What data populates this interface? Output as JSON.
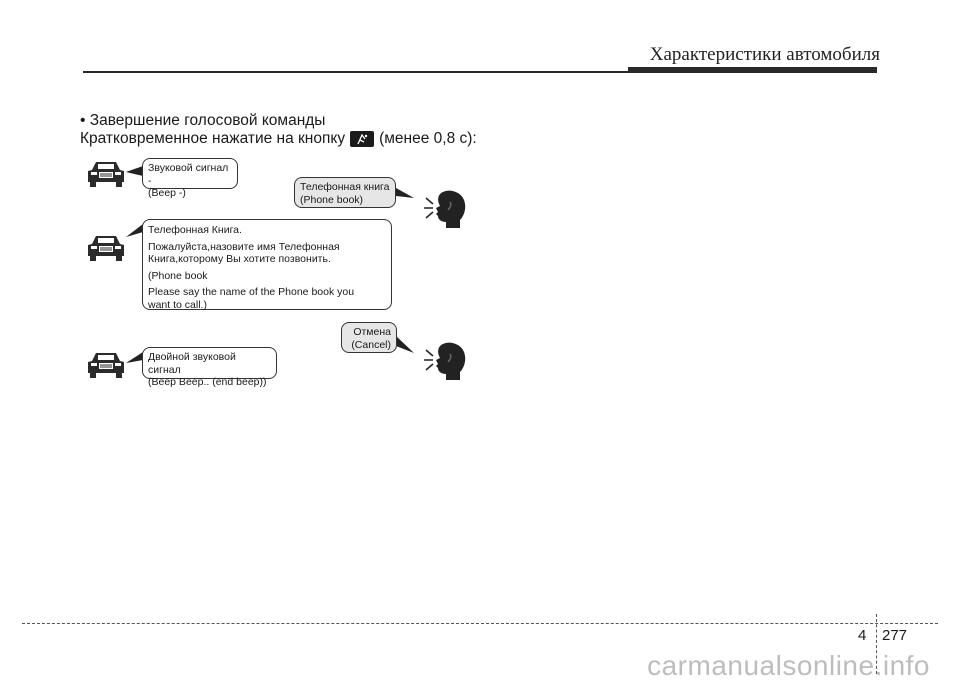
{
  "header": {
    "title": "Характеристики автомобиля"
  },
  "section": {
    "bullet": "• Завершение голосовой команды",
    "instruction_before": "Кратковременное нажатие на кнопку",
    "instruction_after": "(менее 0,8 с):",
    "button_icon": "talk-button-icon"
  },
  "dialog": {
    "car1": {
      "line1": "Звуковой сигнал -",
      "line2": "(Beep -)"
    },
    "user1": {
      "line1": "Телефонная книга",
      "line2": "(Phone book)"
    },
    "car2": {
      "p1": "Телефонная Книга.",
      "p2a": "Пожалуйста,назовите имя Телефонная",
      "p2b": "Книга,которому Вы хотите позвонить.",
      "p3": "(Phone book",
      "p4a": "Please say the name of the Phone book you",
      "p4b": "want to call.)"
    },
    "user2": {
      "line1": "Отмена",
      "line2": "(Cancel)"
    },
    "car3": {
      "line1": "Двойной звуковой сигнал",
      "line2": "(Beep Beep.. (end beep))"
    }
  },
  "footer": {
    "chapter": "4",
    "page": "277"
  },
  "watermark": "carmanualsonline.info"
}
